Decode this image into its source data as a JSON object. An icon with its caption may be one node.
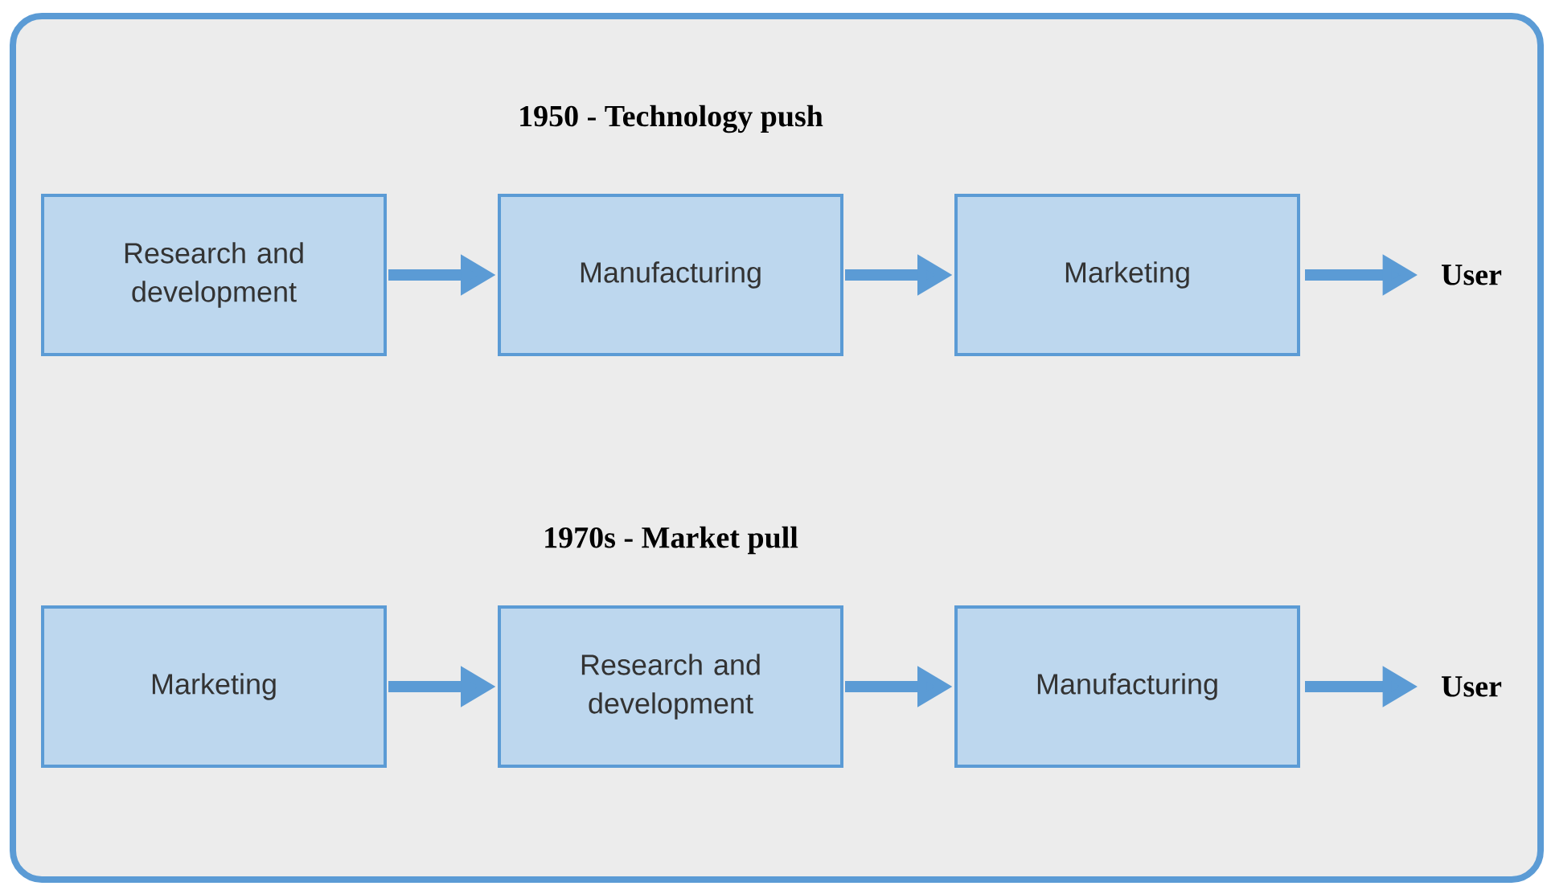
{
  "diagram": {
    "nodes": [
      {
        "text": [
          "Research and development"
        ]
      },
      {
        "text": [
          "Manufacturing"
        ]
      },
      {
        "text": [
          "Marketing"
        ]
      },
      {
        "text": [
          "User"
        ]
      },
      {
        "text": [
          "Marketing"
        ]
      },
      {
        "text": [
          "Research and development"
        ]
      },
      {
        "text": [
          "Manufacturing"
        ]
      },
      {
        "text": [
          "User"
        ]
      }
    ],
    "edges": [
      {
        "from": 0,
        "to": 1,
        "arrow": "to"
      },
      {
        "from": 1,
        "to": 2,
        "arrow": "to"
      },
      {
        "from": 2,
        "to": 3,
        "arrow": "to"
      },
      {
        "from": 4,
        "to": 5,
        "arrow": "to"
      },
      {
        "from": 5,
        "to": 6,
        "arrow": "to"
      },
      {
        "from": 6,
        "to": 7,
        "arrow": "to"
      }
    ],
    "labels": [
      "1950 - Technology push",
      "1970s - Market pull"
    ]
  }
}
